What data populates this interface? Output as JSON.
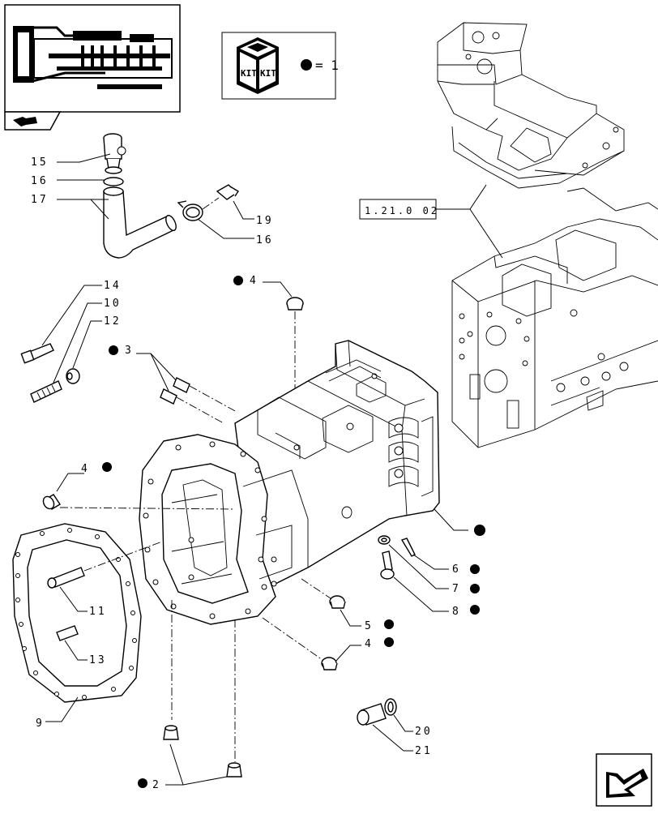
{
  "kit_legend": {
    "icon": "kit-box-icon",
    "text1": "KIT",
    "text2": "KIT",
    "equals": "= 1"
  },
  "reference_label": "1.21.0 02",
  "callouts": {
    "c15": "15",
    "c16a": "16",
    "c17": "17",
    "c19": "19",
    "c16b": "16",
    "c14": "14",
    "c10": "10",
    "c12": "12",
    "c3": "3",
    "c4a": "4",
    "c4b": "4",
    "c11": "11",
    "c13": "13",
    "c9": "9",
    "c5": "5",
    "c4c": "4",
    "c6": "6",
    "c7": "7",
    "c8": "8",
    "c20": "20",
    "c21": "21",
    "c2": "2"
  },
  "icons": {
    "overview": "transmission-overview-thumbnail",
    "back": "back-arrow-icon",
    "next": "next-page-arrow-icon",
    "kit_marker": "black-dot-kit-marker"
  }
}
